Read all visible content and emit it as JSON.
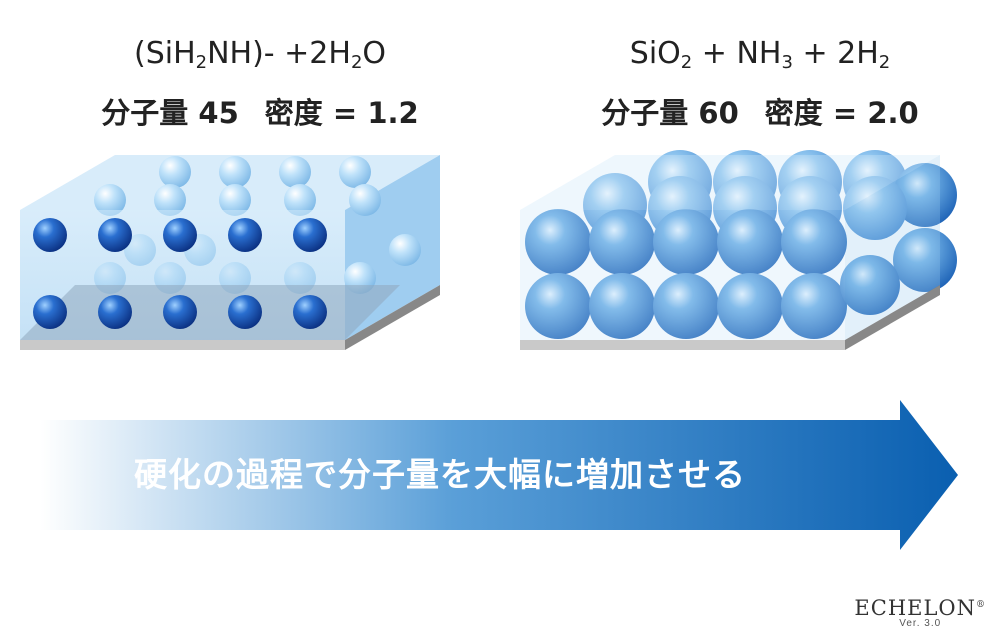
{
  "left": {
    "formula": {
      "part1": "(SiH",
      "sub1": "2",
      "part2": "NH)- +2H",
      "sub2": "2",
      "part3": "O"
    },
    "props": {
      "mw_label": "分子量",
      "mw_value": "45",
      "density_label": "密度",
      "eq": "=",
      "density_value": "1.2"
    }
  },
  "right": {
    "formula": {
      "part1": "SiO",
      "sub1": "2",
      "part2": " + NH",
      "sub2": "3",
      "part3": " + 2H",
      "sub3": "2"
    },
    "props": {
      "mw_label": "分子量",
      "mw_value": "60",
      "density_label": "密度",
      "eq": "=",
      "density_value": "2.0"
    }
  },
  "arrow": {
    "label": "硬化の過程で分子量を大幅に増加させる"
  },
  "logo": {
    "name": "ECHELON",
    "reg": "®",
    "version": "Ver. 3.0"
  },
  "colors": {
    "sphere_dark": "#0b3f9a",
    "sphere_light": "#8ec5ec",
    "box_fill": "#bfe0f7",
    "arrow": "#0a5fb0"
  }
}
